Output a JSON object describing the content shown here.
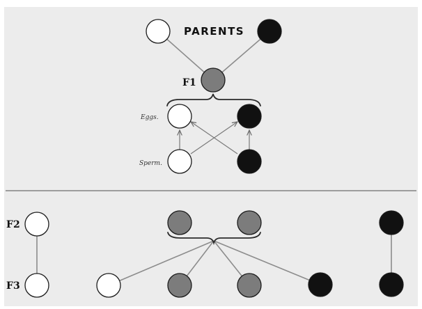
{
  "labels": {
    "parents": "PARENTS",
    "f1": "F1",
    "eggs": "Eggs.",
    "sperm": "Sperm.",
    "f2": "F2",
    "f3": "F3"
  },
  "colors": {
    "white": "#ffffff",
    "black": "#111111",
    "hybrid": "#7c7c7c",
    "paper": "#ececec",
    "line": "#8c8c8c"
  },
  "nodes": [
    {
      "id": "parent-white",
      "kind": "parent",
      "color": "white"
    },
    {
      "id": "parent-black",
      "kind": "parent",
      "color": "black"
    },
    {
      "id": "f1-hybrid",
      "kind": "f1",
      "color": "hybrid"
    },
    {
      "id": "egg-white",
      "kind": "egg",
      "color": "white"
    },
    {
      "id": "egg-black",
      "kind": "egg",
      "color": "black"
    },
    {
      "id": "sperm-white",
      "kind": "sperm",
      "color": "white"
    },
    {
      "id": "sperm-black",
      "kind": "sperm",
      "color": "black"
    },
    {
      "id": "f2-white",
      "kind": "f2",
      "color": "white"
    },
    {
      "id": "f2-hybrid-1",
      "kind": "f2",
      "color": "hybrid"
    },
    {
      "id": "f2-hybrid-2",
      "kind": "f2",
      "color": "hybrid"
    },
    {
      "id": "f2-black",
      "kind": "f2",
      "color": "black"
    },
    {
      "id": "f3-white-1",
      "kind": "f3",
      "color": "white"
    },
    {
      "id": "f3-white-2",
      "kind": "f3",
      "color": "white"
    },
    {
      "id": "f3-hybrid-1",
      "kind": "f3",
      "color": "hybrid"
    },
    {
      "id": "f3-hybrid-2",
      "kind": "f3",
      "color": "hybrid"
    },
    {
      "id": "f3-black-1",
      "kind": "f3",
      "color": "black"
    },
    {
      "id": "f3-black-2",
      "kind": "f3",
      "color": "black"
    }
  ],
  "links": [
    {
      "from": "parent-white",
      "to": "f1-hybrid"
    },
    {
      "from": "parent-black",
      "to": "f1-hybrid"
    },
    {
      "from": "f2-white",
      "to": "f3-white-1"
    },
    {
      "from": "f2-black",
      "to": "f3-black-2"
    },
    {
      "from": "f2-brace",
      "to": "f3-white-2"
    },
    {
      "from": "f2-brace",
      "to": "f3-hybrid-1"
    },
    {
      "from": "f2-brace",
      "to": "f3-hybrid-2"
    },
    {
      "from": "f2-brace",
      "to": "f3-black-1"
    }
  ],
  "fertilization_arrows": [
    {
      "from": "sperm-white",
      "to": "egg-white"
    },
    {
      "from": "sperm-white",
      "to": "egg-black"
    },
    {
      "from": "sperm-black",
      "to": "egg-white"
    },
    {
      "from": "sperm-black",
      "to": "egg-black"
    }
  ]
}
